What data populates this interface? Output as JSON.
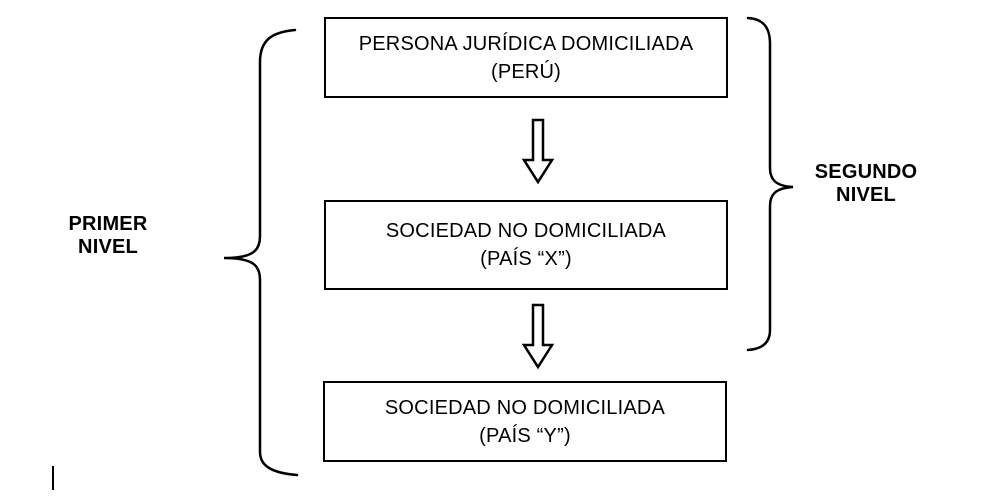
{
  "diagram": {
    "nodes": [
      {
        "id": "top",
        "line1": "PERSONA JURÍDICA DOMICILIADA",
        "line2": "(PERÚ)"
      },
      {
        "id": "middle",
        "line1": "SOCIEDAD NO DOMICILIADA",
        "line2": "(PAÍS “X”)"
      },
      {
        "id": "bottom",
        "line1": "SOCIEDAD NO DOMICILIADA",
        "line2": "(PAÍS “Y”)"
      }
    ],
    "labels": {
      "left": {
        "line1": "PRIMER",
        "line2": "NIVEL"
      },
      "right": {
        "line1": "SEGUNDO",
        "line2": "NIVEL"
      }
    },
    "colors": {
      "stroke": "#000000",
      "background": "#ffffff"
    }
  }
}
